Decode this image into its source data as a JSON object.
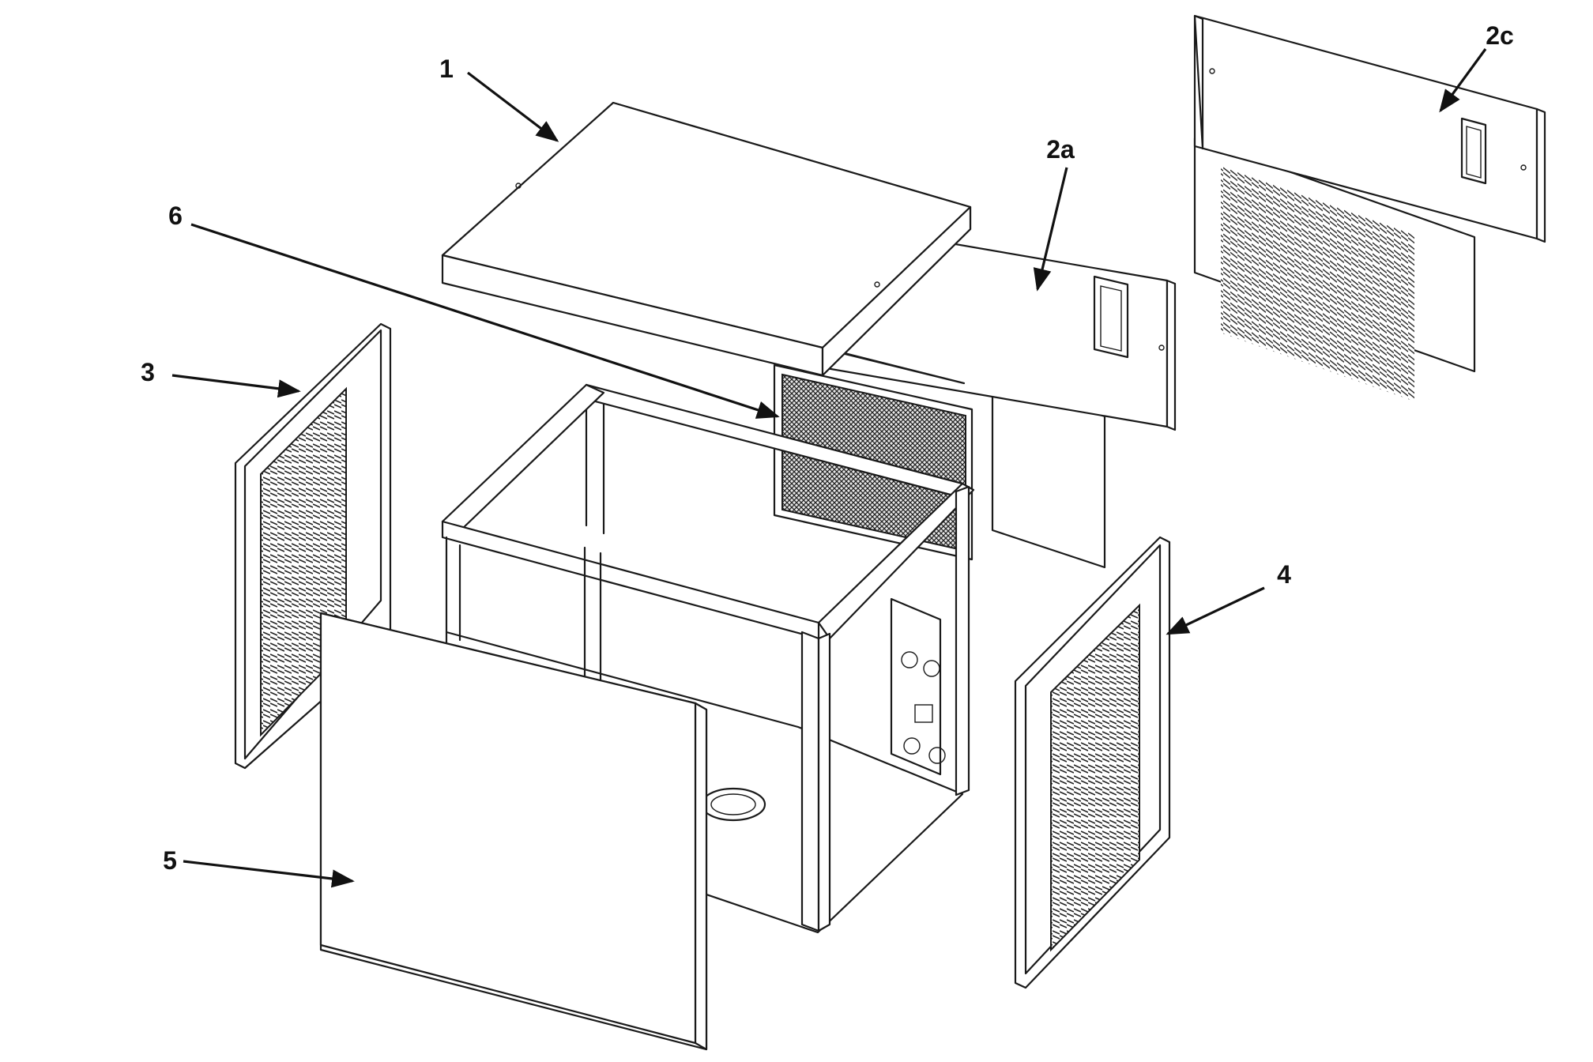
{
  "callouts": {
    "c1": "1",
    "c2a": "2a",
    "c2c": "2c",
    "c3": "3",
    "c4": "4",
    "c5": "5",
    "c6": "6"
  },
  "colors": {
    "line": "#1a1a1a",
    "background": "#ffffff"
  }
}
